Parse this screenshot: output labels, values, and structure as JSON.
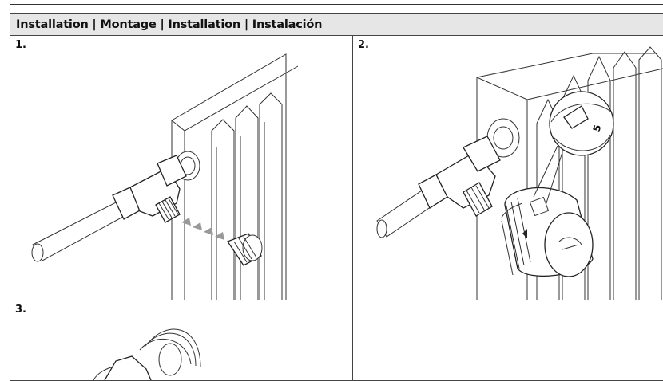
{
  "document": {
    "header_title": "Installation | Montage | Installation | Instalación",
    "steps": [
      {
        "number": "1."
      },
      {
        "number": "2."
      },
      {
        "number": "3."
      },
      {
        "number": ""
      }
    ],
    "dial_digit": "5"
  }
}
